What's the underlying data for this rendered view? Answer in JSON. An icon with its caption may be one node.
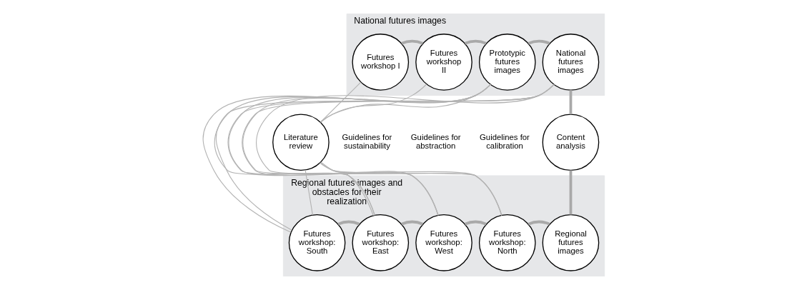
{
  "diagram": {
    "nodes": [
      {
        "text": [
          "National futures images"
        ]
      },
      {
        "text": [
          "Futures workshop I"
        ],
        "in": 0
      },
      {
        "text": [
          "Futures workshop II"
        ],
        "in": 0
      },
      {
        "text": [
          "Prototypic futures images"
        ],
        "in": 0
      },
      {
        "text": [
          "National futures images"
        ],
        "in": 0
      },
      {
        "text": [
          "Literature review"
        ]
      },
      {
        "text": [
          "Content analysis"
        ]
      },
      {
        "text": [
          "Regional futures images and obstacles for their realization"
        ]
      },
      {
        "text": [
          "Futures workshop: South"
        ],
        "in": 7
      },
      {
        "text": [
          "Futures workshop: East"
        ],
        "in": 7
      },
      {
        "text": [
          "Futures workshop: West"
        ],
        "in": 7
      },
      {
        "text": [
          "Futures workshop: North"
        ],
        "in": 7
      },
      {
        "text": [
          "Regional futures images"
        ],
        "in": 7
      }
    ],
    "edges": [
      {
        "from": 1,
        "to": 2,
        "arrow": "none",
        "style": "thick"
      },
      {
        "from": 2,
        "to": 3,
        "arrow": "none",
        "style": "thick"
      },
      {
        "from": 3,
        "to": 4,
        "arrow": "none",
        "style": "thick"
      },
      {
        "from": 4,
        "to": 6,
        "arrow": "none",
        "style": "thick"
      },
      {
        "from": 6,
        "to": 12,
        "arrow": "none",
        "style": "thick"
      },
      {
        "from": 8,
        "to": 9,
        "arrow": "none",
        "style": "thick"
      },
      {
        "from": 9,
        "to": 10,
        "arrow": "none",
        "style": "thick"
      },
      {
        "from": 10,
        "to": 11,
        "arrow": "none",
        "style": "thick"
      },
      {
        "from": 11,
        "to": 12,
        "arrow": "none",
        "style": "thick"
      },
      {
        "from": 5,
        "to": 1,
        "arrow": "none"
      },
      {
        "from": 5,
        "to": 2,
        "arrow": "none"
      },
      {
        "from": 5,
        "to": 3,
        "arrow": "none"
      },
      {
        "from": 5,
        "to": 8,
        "arrow": "none"
      },
      {
        "from": 5,
        "to": 9,
        "arrow": "none"
      },
      {
        "from": 5,
        "to": 10,
        "arrow": "none"
      },
      {
        "from": 5,
        "to": 11,
        "arrow": "none"
      },
      {
        "from": 3,
        "to": 8,
        "arrow": "none"
      },
      {
        "from": 3,
        "to": 9,
        "arrow": "none"
      },
      {
        "from": 3,
        "to": 10,
        "arrow": "none"
      },
      {
        "from": 3,
        "to": 11,
        "arrow": "none"
      },
      {
        "from": 4,
        "to": 8,
        "arrow": "none"
      },
      {
        "from": 4,
        "to": 9,
        "arrow": "none"
      },
      {
        "from": 4,
        "to": 10,
        "arrow": "none"
      },
      {
        "from": 4,
        "to": 11,
        "arrow": "none"
      }
    ],
    "labels": [
      "Guidelines for sustainability",
      "Guidelines for abstraction",
      "Guidelines for calibration"
    ]
  }
}
